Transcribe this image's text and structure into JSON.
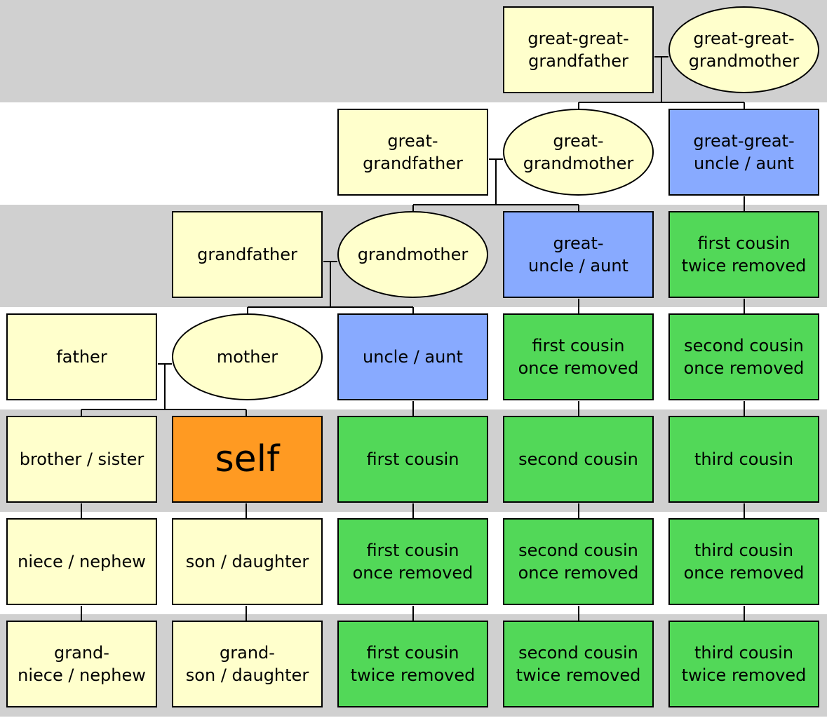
{
  "colors": {
    "ancestor": "#ffffcc",
    "aunt_uncle": "#88aaff",
    "cousin": "#52d858",
    "self": "#ff9a22",
    "band_gray": "#d0d0d0"
  },
  "nodes": {
    "great_great_grandfather": {
      "label": "great-great-\ngrandfather"
    },
    "great_great_grandmother": {
      "label": "great-great-\ngrandmother"
    },
    "great_grandfather": {
      "label": "great-\ngrandfather"
    },
    "great_grandmother": {
      "label": "great-\ngrandmother"
    },
    "great_great_uncle_aunt": {
      "label": "great-great-\nuncle / aunt"
    },
    "grandfather": {
      "label": "grandfather"
    },
    "grandmother": {
      "label": "grandmother"
    },
    "great_uncle_aunt": {
      "label": "great-\nuncle / aunt"
    },
    "first_cousin_twice_removed_up": {
      "label": "first cousin\ntwice removed"
    },
    "father": {
      "label": "father"
    },
    "mother": {
      "label": "mother"
    },
    "uncle_aunt": {
      "label": "uncle / aunt"
    },
    "first_cousin_once_removed_up": {
      "label": "first cousin\nonce removed"
    },
    "second_cousin_once_removed_up": {
      "label": "second cousin\nonce removed"
    },
    "brother_sister": {
      "label": "brother / sister"
    },
    "self": {
      "label": "self"
    },
    "first_cousin": {
      "label": "first cousin"
    },
    "second_cousin": {
      "label": "second cousin"
    },
    "third_cousin": {
      "label": "third cousin"
    },
    "niece_nephew": {
      "label": "niece / nephew"
    },
    "son_daughter": {
      "label": "son / daughter"
    },
    "first_cousin_once_removed_down": {
      "label": "first cousin\nonce removed"
    },
    "second_cousin_once_removed_down": {
      "label": "second cousin\nonce removed"
    },
    "third_cousin_once_removed": {
      "label": "third cousin\nonce removed"
    },
    "grand_niece_nephew": {
      "label": "grand-\nniece / nephew"
    },
    "grand_son_daughter": {
      "label": "grand-\nson / daughter"
    },
    "first_cousin_twice_removed_down": {
      "label": "first cousin\ntwice removed"
    },
    "second_cousin_twice_removed": {
      "label": "second cousin\ntwice removed"
    },
    "third_cousin_twice_removed": {
      "label": "third cousin\ntwice removed"
    }
  }
}
